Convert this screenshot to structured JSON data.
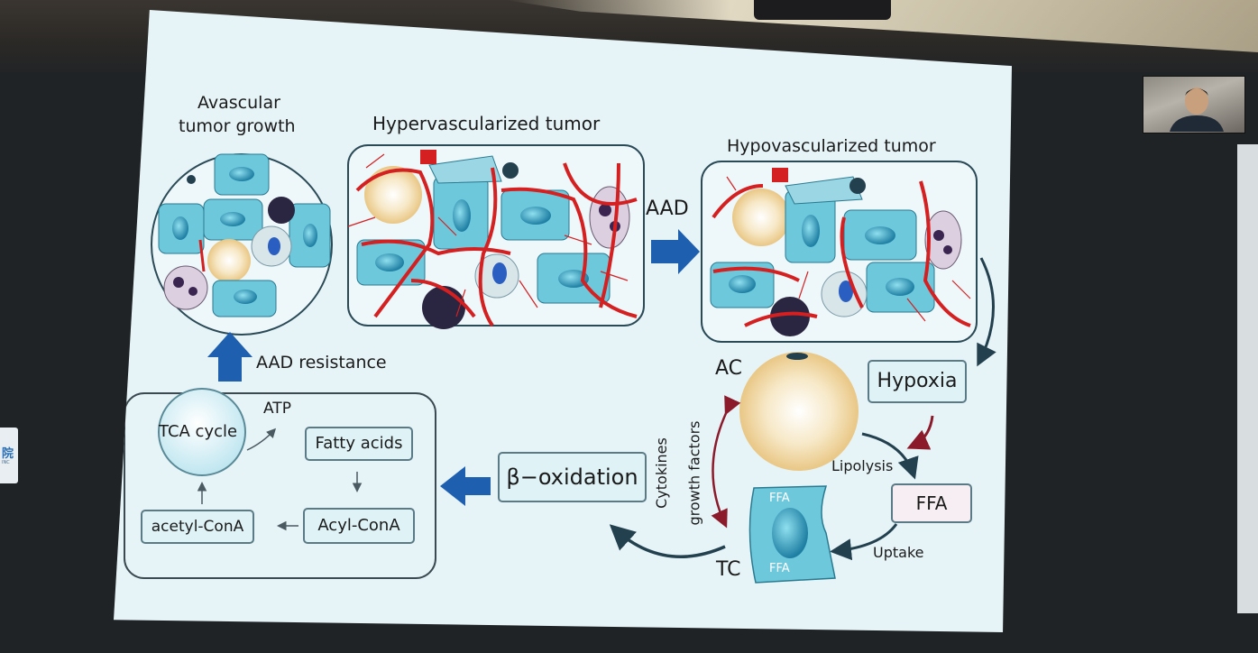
{
  "title_avascular_1": "Avascular",
  "title_avascular_2": "tumor growth",
  "title_hyper": "Hypervascularized tumor",
  "title_hypo": "Hypovascularized tumor",
  "aad": "AAD",
  "aad_resistance": "AAD resistance",
  "ac": "AC",
  "hypoxia": "Hypoxia",
  "lipolysis": "Lipolysis",
  "ffa": "FFA",
  "uptake": "Uptake",
  "tc": "TC",
  "tc_ffa_top": "FFA",
  "tc_ffa_bottom": "FFA",
  "cytokines": "Cytokines",
  "growth_factors": "growth factors",
  "beta_oxidation": "β−oxidation",
  "tca_cycle": "TCA cycle",
  "atp": "ATP",
  "fatty_acids": "Fatty acids",
  "acyl_cona": "Acyl-ConA",
  "acetyl_cona": "acetyl-ConA",
  "side_sign": "院",
  "side_sign_small": "INC",
  "colors": {
    "vessel": "#d42020",
    "cell": "#6ec8dc",
    "nucleus": "#2f9ec0",
    "arrow_blue": "#1f5fb0",
    "adipocyte": "#f2d7a0",
    "slide_bg": "#e6f4f8"
  }
}
